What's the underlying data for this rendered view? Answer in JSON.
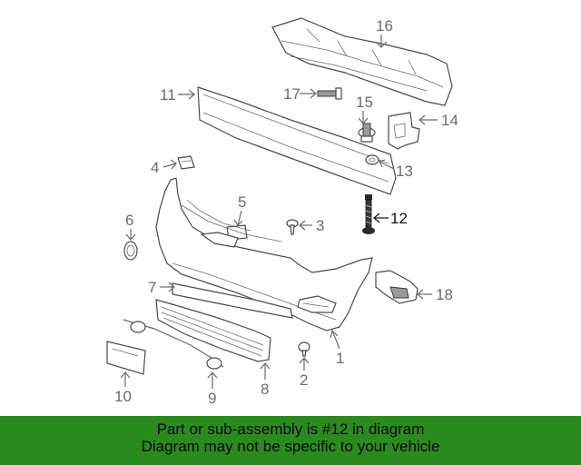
{
  "diagram": {
    "callouts": [
      {
        "id": "1",
        "label": "1"
      },
      {
        "id": "2",
        "label": "2"
      },
      {
        "id": "3",
        "label": "3"
      },
      {
        "id": "4",
        "label": "4"
      },
      {
        "id": "5",
        "label": "5"
      },
      {
        "id": "6",
        "label": "6"
      },
      {
        "id": "7",
        "label": "7"
      },
      {
        "id": "8",
        "label": "8"
      },
      {
        "id": "9",
        "label": "9"
      },
      {
        "id": "10",
        "label": "10"
      },
      {
        "id": "11",
        "label": "11"
      },
      {
        "id": "12",
        "label": "12",
        "highlighted": true
      },
      {
        "id": "13",
        "label": "13"
      },
      {
        "id": "14",
        "label": "14"
      },
      {
        "id": "15",
        "label": "15"
      },
      {
        "id": "16",
        "label": "16"
      },
      {
        "id": "17",
        "label": "17"
      },
      {
        "id": "18",
        "label": "18"
      }
    ],
    "highlight_color": "#111111",
    "callout_color": "#6b6b6b"
  },
  "banner": {
    "line1": "Part or sub-assembly is #12 in diagram",
    "line2": "Diagram may not be specific to your vehicle",
    "background": "#2a8a1e"
  }
}
